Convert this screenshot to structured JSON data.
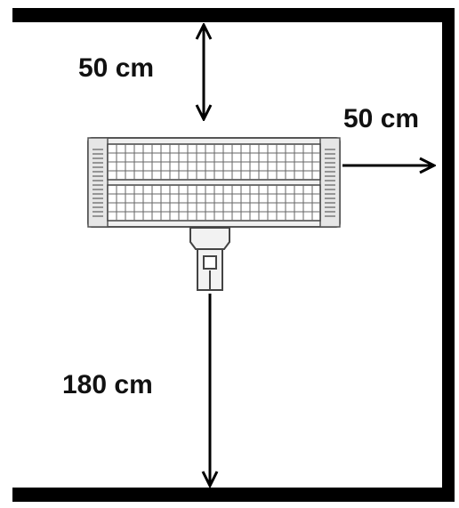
{
  "clearances": {
    "top": "50 cm",
    "right": "50 cm",
    "bottom": "180 cm"
  },
  "colors": {
    "line": "#000000",
    "heater_body": "#f0f0f0",
    "heater_element": "#ffffff"
  }
}
